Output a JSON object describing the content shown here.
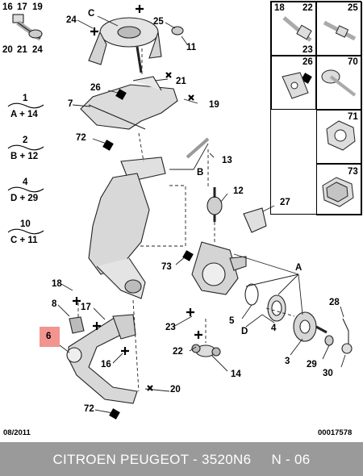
{
  "labels": {
    "l16": "16",
    "l17": "17",
    "l19": "19",
    "l20": "20",
    "l21a": "21",
    "l24a": "24",
    "l24b": "24",
    "lC": "C",
    "l25a": "25",
    "l11": "11",
    "l26a": "26",
    "l21b": "21",
    "l7": "7",
    "l19b": "19",
    "l72a": "72",
    "lB": "B",
    "l13": "13",
    "l12": "12",
    "l27": "27",
    "l73a": "73",
    "lA": "A",
    "l18": "18",
    "l8": "8",
    "l17b": "17",
    "l6": "6",
    "l23": "23",
    "l5": "5",
    "lD": "D",
    "l4": "4",
    "l28": "28",
    "l22": "22",
    "l16b": "16",
    "l3": "3",
    "l29": "29",
    "l30": "30",
    "l14": "14",
    "l20b": "20",
    "l72b": "72"
  },
  "kits": [
    {
      "num": "1",
      "formula": "A + 14"
    },
    {
      "num": "2",
      "formula": "B + 12"
    },
    {
      "num": "4",
      "formula": "D + 29"
    },
    {
      "num": "10",
      "formula": "C + 11"
    }
  ],
  "panel": {
    "c18": "18",
    "c22": "22",
    "c23": "23",
    "c25": "25",
    "c26": "26",
    "c70": "70",
    "c71": "71",
    "c73": "73"
  },
  "footer": {
    "date": "08/2011",
    "code": "00017578",
    "title": "CITROEN PEUGEOT - 3520N6     N - 06"
  }
}
